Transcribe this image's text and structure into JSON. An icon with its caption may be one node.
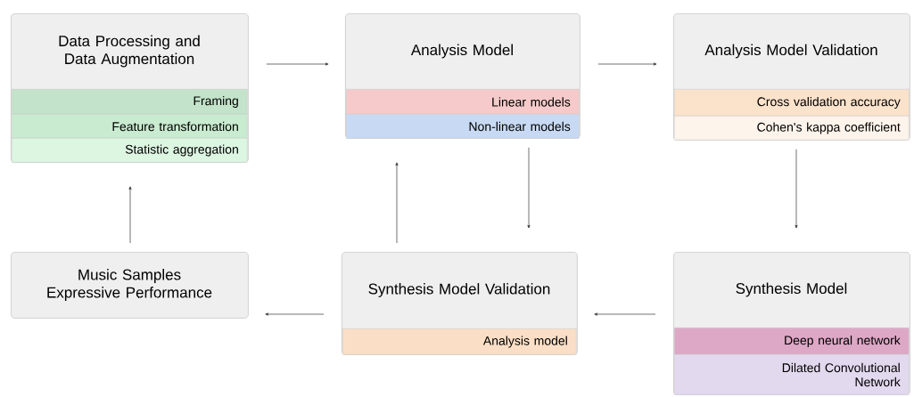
{
  "diagram": {
    "nodes": [
      {
        "text": [
          "Data Processing and Data Augmentation"
        ]
      },
      {
        "text": [
          "Framing"
        ],
        "in": 0
      },
      {
        "text": [
          "Feature transformation"
        ],
        "in": 0
      },
      {
        "text": [
          "Statistic aggregation"
        ],
        "in": 0
      },
      {
        "text": [
          "Analysis Model"
        ]
      },
      {
        "text": [
          "Linear models"
        ],
        "in": 4
      },
      {
        "text": [
          "Non-linear models"
        ],
        "in": 4
      },
      {
        "text": [
          "Analysis Model Validation"
        ]
      },
      {
        "text": [
          "Cross validation accuracy"
        ],
        "in": 7
      },
      {
        "text": [
          "Cohen's kappa coefficient"
        ],
        "in": 7
      },
      {
        "text": [
          "Music Samples Expressive Performance"
        ]
      },
      {
        "text": [
          "Synthesis Model Validation"
        ]
      },
      {
        "text": [
          "Analysis model"
        ],
        "in": 11
      },
      {
        "text": [
          "Synthesis Model"
        ]
      },
      {
        "text": [
          "Deep neural network"
        ],
        "in": 13
      },
      {
        "text": [
          "Dilated Convolutional Network"
        ],
        "in": 13
      }
    ],
    "edges": [
      {
        "from": 0,
        "to": 4,
        "arrow": "to"
      },
      {
        "from": 4,
        "to": 7,
        "arrow": "to"
      },
      {
        "from": 7,
        "to": 13,
        "arrow": "to"
      },
      {
        "from": 13,
        "to": 11,
        "arrow": "to"
      },
      {
        "from": 11,
        "to": 10,
        "arrow": "to"
      },
      {
        "from": 10,
        "to": 0,
        "arrow": "to"
      },
      {
        "from": 11,
        "to": 4,
        "arrow": "to"
      },
      {
        "from": 4,
        "to": 11,
        "arrow": "to"
      }
    ]
  }
}
